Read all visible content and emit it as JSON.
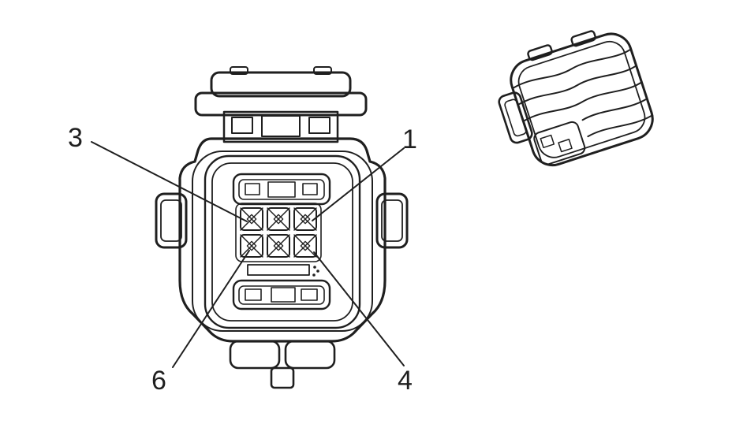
{
  "figure": {
    "background": "#ffffff",
    "line_color": "#1f1f1f",
    "callouts": [
      {
        "label": "3"
      },
      {
        "label": "1"
      },
      {
        "label": "6"
      },
      {
        "label": "4"
      }
    ]
  }
}
